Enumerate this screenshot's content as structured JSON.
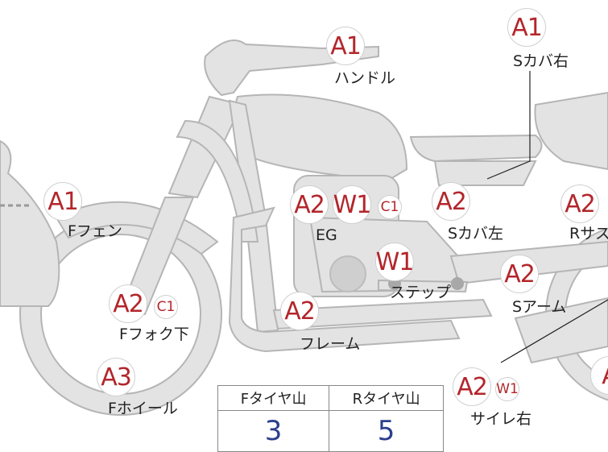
{
  "colors": {
    "body_fill": "#e3e3e3",
    "body_stroke": "#b5b5b5",
    "badge_text": "#b3262b",
    "value_text": "#2b3f8c",
    "leader_line": "#222222"
  },
  "badges": [
    {
      "id": "a1-handle",
      "code": "A1",
      "size": "lg"
    },
    {
      "id": "a1-scover-r",
      "code": "A1",
      "size": "lg"
    },
    {
      "id": "a1-ffender",
      "code": "A1",
      "size": "lg"
    },
    {
      "id": "a2-eg",
      "code": "A2",
      "size": "lg"
    },
    {
      "id": "w1-eg",
      "code": "W1",
      "size": "lg"
    },
    {
      "id": "c1-eg",
      "code": "C1",
      "size": "sm"
    },
    {
      "id": "a2-scover-l",
      "code": "A2",
      "size": "lg"
    },
    {
      "id": "a2-rsus",
      "code": "A2",
      "size": "lg"
    },
    {
      "id": "w1-step",
      "code": "W1",
      "size": "lg"
    },
    {
      "id": "a2-sarm",
      "code": "A2",
      "size": "lg"
    },
    {
      "id": "a2-ffork",
      "code": "A2",
      "size": "lg"
    },
    {
      "id": "c1-ffork",
      "code": "C1",
      "size": "sm"
    },
    {
      "id": "a2-frame",
      "code": "A2",
      "size": "lg"
    },
    {
      "id": "a3-fwheel",
      "code": "A3",
      "size": "lg"
    },
    {
      "id": "a2-muffler",
      "code": "A2",
      "size": "lg"
    },
    {
      "id": "w1-muffler",
      "code": "W1",
      "size": "sm"
    },
    {
      "id": "a-edge",
      "code": "A",
      "size": "lg"
    }
  ],
  "labels": {
    "handle": "ハンドル",
    "scover_right": "Sカバ右",
    "ffender": "Fフェン",
    "eg": "EG",
    "scover_left": "Sカバ左",
    "rsus": "Rサス",
    "step": "ステップ",
    "sarm": "Sアーム",
    "ffork": "Fフォク下",
    "frame": "フレーム",
    "fwheel": "Fホイール",
    "muffler_right": "サイレ右"
  },
  "tire_table": {
    "headers": [
      "Fタイヤ山",
      "Rタイヤ山"
    ],
    "values": [
      "3",
      "5"
    ]
  }
}
